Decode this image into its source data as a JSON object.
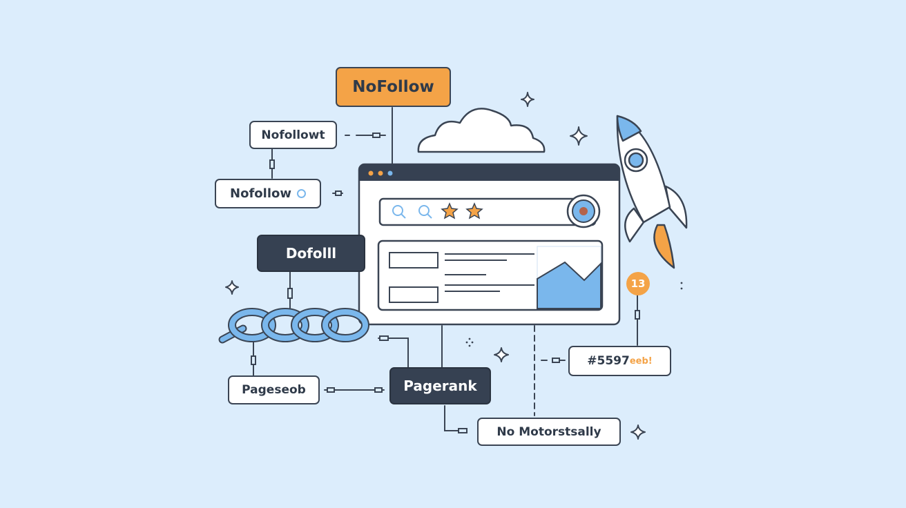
{
  "labels": {
    "nofollow_top": "NoFollow",
    "nofollowt": "Nofollowt",
    "nofollow_icon": "Nofollow",
    "dofolll": "Dofolll",
    "pageseob": "Pageseob",
    "pagerank": "Pagerank",
    "no_motorstsally": "No Motorstsally",
    "hex_code_main": "#5597",
    "hex_code_suffix": "eeb!"
  },
  "badge": {
    "number": "13"
  },
  "colors": {
    "background": "#dcedfc",
    "accent_orange": "#f4a347",
    "accent_blue": "#7ab7ec",
    "dark": "#364152",
    "outline": "#3a4453"
  },
  "icons": [
    "cloud-icon",
    "rocket-icon",
    "chain-link-icon",
    "search-icon",
    "star-icon",
    "sparkle-icon",
    "mountain-image-icon"
  ]
}
